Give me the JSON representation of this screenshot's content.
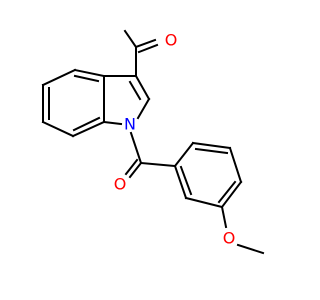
{
  "molecule": {
    "atoms": {
      "aldehyde_oxygen": {
        "label": "O",
        "color": "#ff0000"
      },
      "indole_nitrogen": {
        "label": "N",
        "color": "#0000ff"
      },
      "carbonyl_oxygen": {
        "label": "O",
        "color": "#ff0000"
      },
      "methoxy_oxygen": {
        "label": "O",
        "color": "#ff0000"
      }
    },
    "bond_color": "#000000",
    "background": "#ffffff"
  }
}
